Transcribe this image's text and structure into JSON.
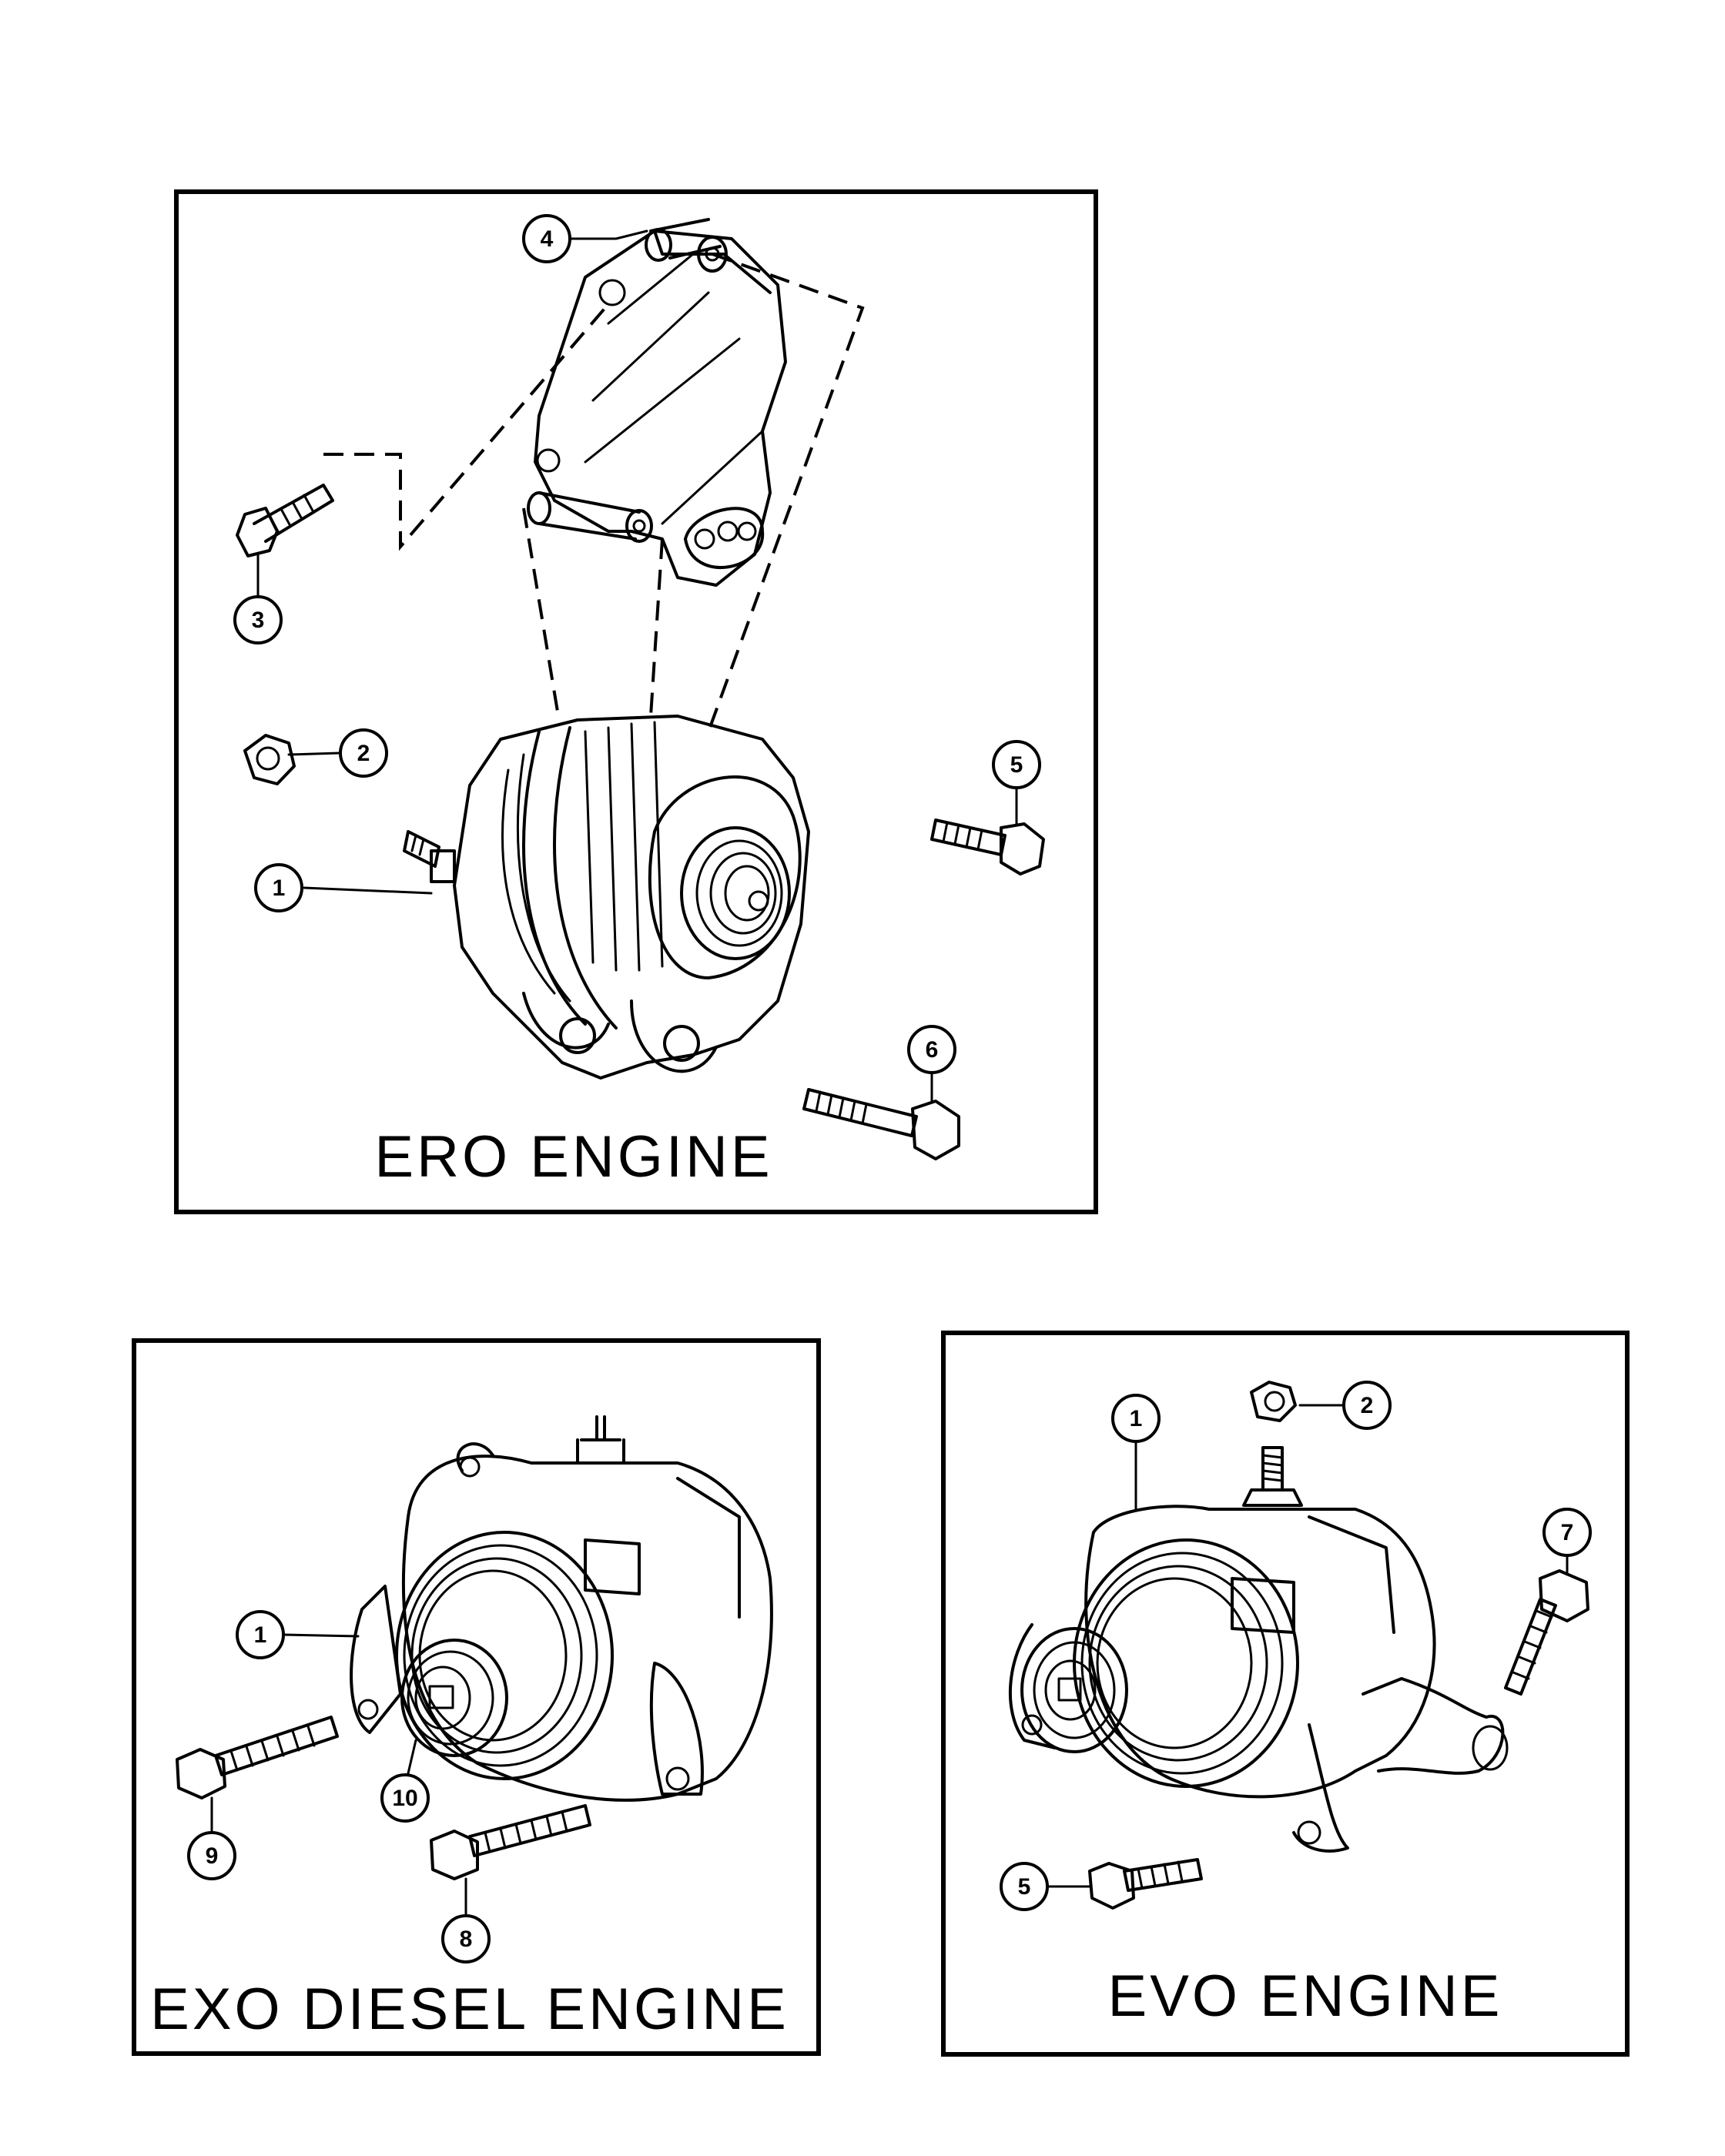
{
  "panels": [
    {
      "id": "ero",
      "title": "ERO ENGINE",
      "callouts": [
        "4",
        "3",
        "2",
        "5",
        "1",
        "6"
      ]
    },
    {
      "id": "exo",
      "title": "EXO DIESEL ENGINE",
      "callouts": [
        "1",
        "9",
        "10",
        "8"
      ]
    },
    {
      "id": "evo",
      "title": "EVO ENGINE",
      "callouts": [
        "1",
        "2",
        "7",
        "5"
      ]
    }
  ]
}
